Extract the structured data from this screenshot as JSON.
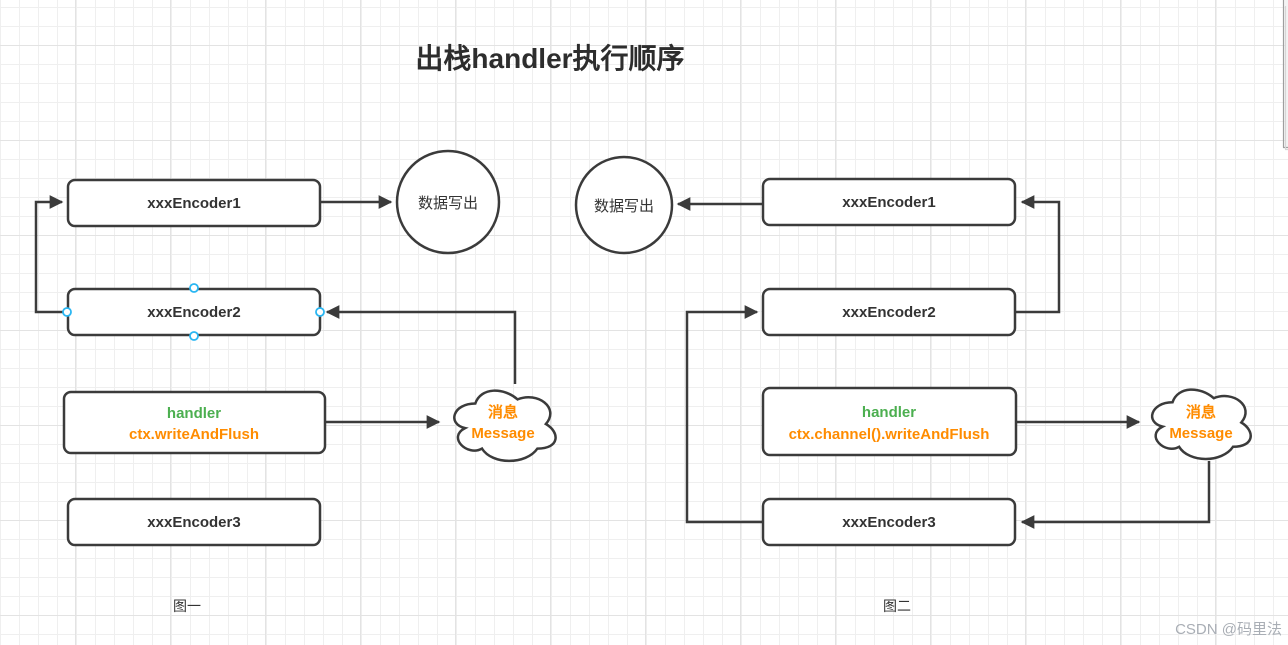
{
  "title": "出栈handler执行顺序",
  "watermark": "CSDN @码里法",
  "fig1": {
    "caption": "图一",
    "encoder1": "xxxEncoder1",
    "encoder2": "xxxEncoder2",
    "encoder3": "xxxEncoder3",
    "handler_name": "handler",
    "handler_call": "ctx.writeAndFlush",
    "output_circle": "数据写出",
    "cloud_cn": "消息",
    "cloud_en": "Message"
  },
  "fig2": {
    "caption": "图二",
    "encoder1": "xxxEncoder1",
    "encoder2": "xxxEncoder2",
    "encoder3": "xxxEncoder3",
    "handler_name": "handler",
    "handler_call": "ctx.channel().writeAndFlush",
    "output_circle": "数据写出",
    "cloud_cn": "消息",
    "cloud_en": "Message"
  },
  "colors": {
    "shape_stroke": "#3b3b3b",
    "label_text": "#333333",
    "handler_green": "#4caf50",
    "accent_orange": "#ff8c00",
    "selection_anchor": "#29b6f2",
    "watermark_gray": "#a9aeb5"
  }
}
